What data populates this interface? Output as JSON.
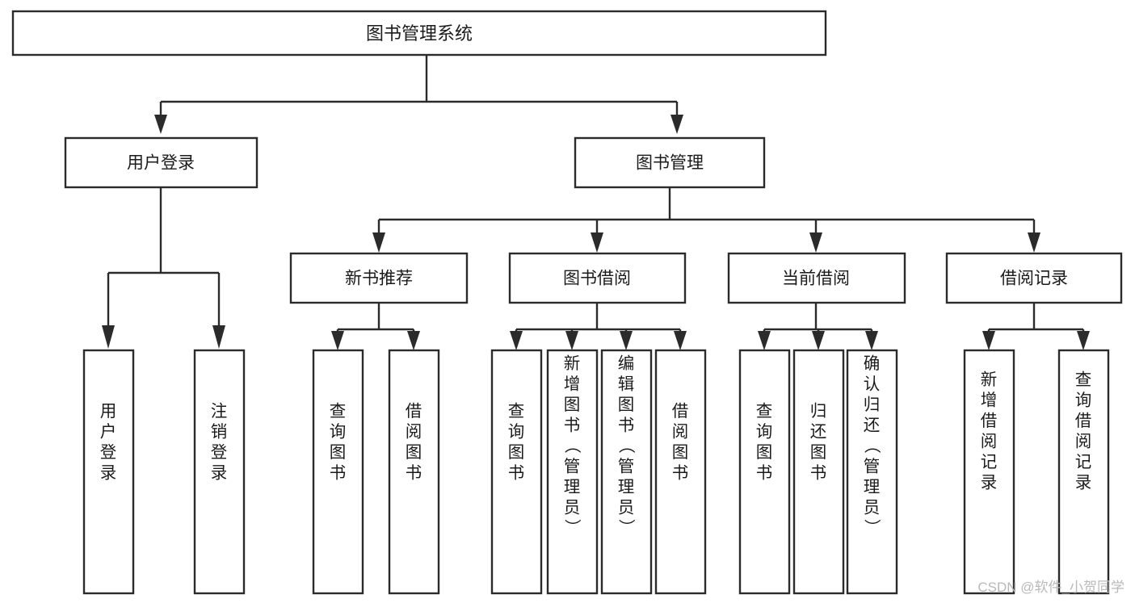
{
  "diagram": {
    "title": "图书管理系统",
    "watermark": "CSDN @软件_小贺同学",
    "colors": {
      "stroke": "#2b2b2b",
      "fill": "#ffffff",
      "text": "#1b1b1b",
      "watermark": "#b9b9b9",
      "background": "#ffffff"
    },
    "root": {
      "label": "图书管理系统"
    },
    "level2": [
      {
        "label": "用户登录"
      },
      {
        "label": "图书管理"
      }
    ],
    "level3": [
      {
        "label": "新书推荐"
      },
      {
        "label": "图书借阅"
      },
      {
        "label": "当前借阅"
      },
      {
        "label": "借阅记录"
      }
    ],
    "leaves": {
      "user_login": [
        {
          "label": "用户登录"
        },
        {
          "label": "注销登录"
        }
      ],
      "new_book": [
        {
          "label": "查询图书"
        },
        {
          "label": "借阅图书"
        }
      ],
      "book_borrow": [
        {
          "label": "查询图书"
        },
        {
          "label": "新增图书（管理员）"
        },
        {
          "label": "编辑图书（管理员）"
        },
        {
          "label": "借阅图书"
        }
      ],
      "current_borrow": [
        {
          "label": "查询图书"
        },
        {
          "label": "归还图书"
        },
        {
          "label": "确认归还（管理员）"
        }
      ],
      "borrow_record": [
        {
          "label": "新增借阅记录"
        },
        {
          "label": "查询借阅记录"
        }
      ]
    }
  }
}
